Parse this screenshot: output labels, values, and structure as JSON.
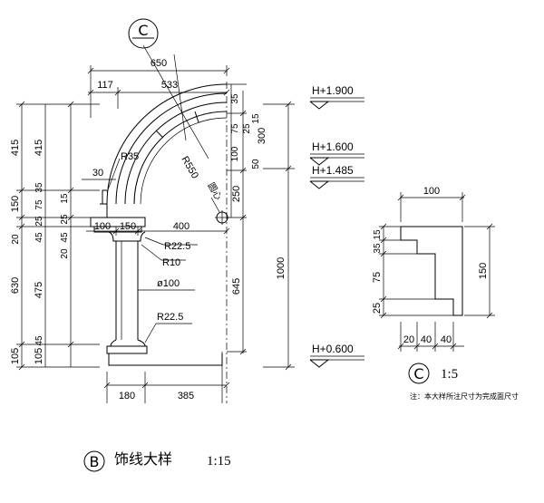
{
  "detail_b": {
    "marker": "B",
    "title": "饰线大样",
    "scale": "1:15",
    "callout_marker": "C",
    "dims_top": [
      "650",
      "117",
      "533"
    ],
    "dims_right_small": [
      "35",
      "75",
      "25",
      "15",
      "100",
      "50"
    ],
    "dims_right_large": [
      "300",
      "250",
      "645",
      "1000"
    ],
    "dims_left_outer": [
      "415",
      "150",
      "20",
      "630",
      "105"
    ],
    "dims_left_inner": [
      "415",
      "35",
      "75",
      "25",
      "45",
      "475",
      "45",
      "105"
    ],
    "dims_left_small": [
      "15",
      "45",
      "25",
      "20"
    ],
    "dims_cap": [
      "30",
      "100",
      "150",
      "400"
    ],
    "dims_bottom": [
      "180",
      "385"
    ],
    "radii": [
      "R35",
      "R550",
      "R22.5",
      "R10",
      "R22.5"
    ],
    "diameter": "ø100",
    "center_label": "圆心",
    "levels": [
      "H+1.900",
      "H+1.600",
      "H+1.485",
      "H+0.600"
    ]
  },
  "detail_c": {
    "marker": "C",
    "scale": "1:5",
    "dim_top": "100",
    "dims_left": [
      "15",
      "35",
      "75",
      "25"
    ],
    "dim_right": "150",
    "dims_bottom": [
      "20",
      "40",
      "40"
    ],
    "note": "注：本大样所注尺寸为完成面尺寸"
  }
}
